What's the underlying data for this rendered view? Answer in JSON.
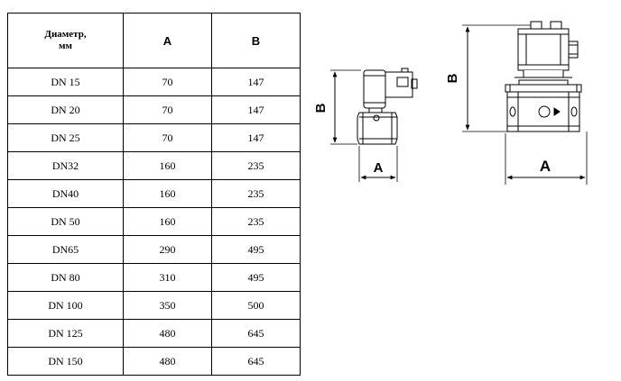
{
  "table": {
    "headers": {
      "diameter": [
        "Диаметр,",
        "мм"
      ],
      "a": "A",
      "b": "B"
    },
    "rows": [
      {
        "dn": "DN 15",
        "a": "70",
        "b": "147"
      },
      {
        "dn": "DN 20",
        "a": "70",
        "b": "147"
      },
      {
        "dn": "DN 25",
        "a": "70",
        "b": "147"
      },
      {
        "dn": "DN32",
        "a": "160",
        "b": "235"
      },
      {
        "dn": "DN40",
        "a": "160",
        "b": "235"
      },
      {
        "dn": "DN 50",
        "a": "160",
        "b": "235"
      },
      {
        "dn": "DN65",
        "a": "290",
        "b": "495"
      },
      {
        "dn": "DN 80",
        "a": "310",
        "b": "495"
      },
      {
        "dn": "DN 100",
        "a": "350",
        "b": "500"
      },
      {
        "dn": "DN 125",
        "a": "480",
        "b": "645"
      },
      {
        "dn": "DN 150",
        "a": "480",
        "b": "645"
      }
    ]
  },
  "drawings": {
    "small_valve": {
      "label_a": "A",
      "label_b": "B"
    },
    "large_valve": {
      "label_a": "A",
      "label_b": "B"
    }
  }
}
